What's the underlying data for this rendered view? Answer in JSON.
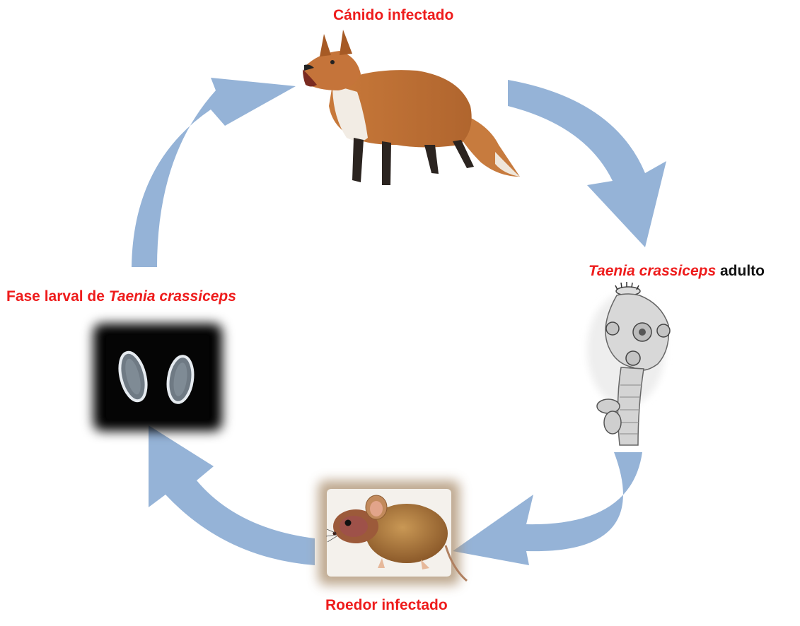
{
  "colors": {
    "arrow": "#95B3D7",
    "label_red": "#EE1C1C",
    "label_black": "#111111"
  },
  "labels": {
    "canid": "Cánido infectado",
    "adult_italic": "Taenia crassiceps",
    "adult_rest": " adulto",
    "rodent": "Roedor infectado",
    "larval_prefix": "Fase larval de ",
    "larval_italic": "Taenia crassiceps"
  },
  "icons": {
    "fox": "fox-illustration",
    "tapeworm": "tapeworm-scolex-illustration",
    "mouse": "mouse-photo",
    "cysticerci": "cysticerci-micrograph"
  }
}
